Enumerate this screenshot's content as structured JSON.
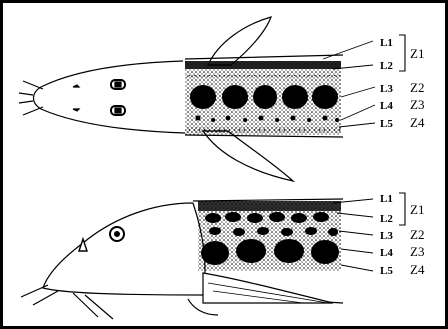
{
  "figure": {
    "top_view": {
      "line_labels": [
        "L1",
        "L2",
        "L3",
        "L4",
        "L5"
      ],
      "zone_labels": [
        "Z1",
        "Z2",
        "Z3",
        "Z4"
      ]
    },
    "side_view": {
      "line_labels": [
        "L1",
        "L2",
        "L3",
        "L4",
        "L5"
      ],
      "zone_labels": [
        "Z1",
        "Z2",
        "Z3",
        "Z4"
      ]
    }
  },
  "colors": {
    "ink": "#000000",
    "paper": "#ffffff"
  }
}
